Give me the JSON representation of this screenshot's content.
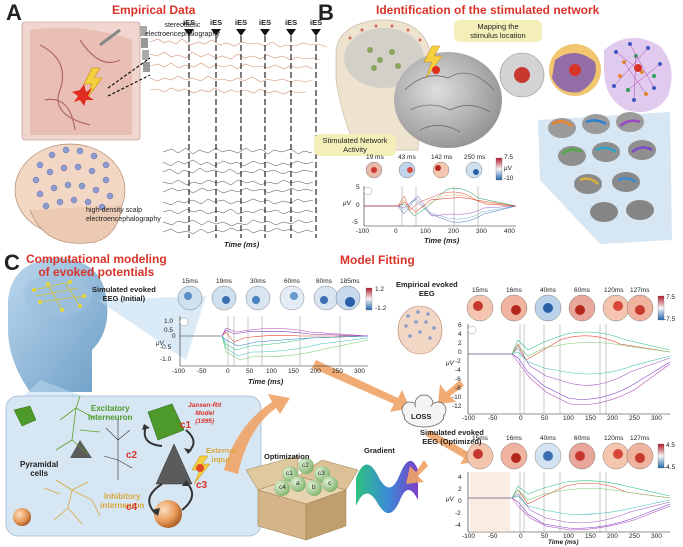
{
  "panels": {
    "a": {
      "letter": "A",
      "title": "Empirical Data",
      "seeg_label": "stereotactic\nelectroencephalography",
      "hdeeg_label": "high-density scalp\nelectroencephalography",
      "ies_label": "iES",
      "time_label": "Time (ms)"
    },
    "b": {
      "letter": "B",
      "title": "Identification of the stimulated network",
      "mapping_callout": "Mapping the\nstimulus location",
      "network_callout": "Stimulated Network\nActivity",
      "topo_times": [
        "19 ms",
        "43 ms",
        "142 ms",
        "250 ms"
      ],
      "colorbar_max": "7.5",
      "colorbar_min": "-10",
      "colorbar_unit": "μV",
      "y_label": "μV",
      "y_ticks": [
        "5",
        "0",
        "-5"
      ],
      "x_ticks": [
        "-100",
        "0",
        "100",
        "200",
        "300",
        "400"
      ],
      "x_label": "Time (ms)"
    },
    "c": {
      "letter": "C",
      "title_left": "Computational modeling\nof evoked potentials",
      "title_right": "Model Fitting",
      "sim_initial_title": "Simulated evoked\nEEG (Initial)",
      "sim_initial_topo_times": [
        "15ms",
        "19ms",
        "30ms",
        "60ms",
        "80ms",
        "185ms"
      ],
      "sim_initial_cbar": [
        "1.2",
        "-1.2"
      ],
      "sim_initial_yticks": [
        "1.0",
        "0.5",
        "0",
        "-0.5",
        "-1.0"
      ],
      "sim_initial_xticks": [
        "-100",
        "-50",
        "0",
        "50",
        "100",
        "150",
        "200",
        "250",
        "300"
      ],
      "empirical_title": "Empirical evoked\nEEG",
      "empirical_topo_times": [
        "15ms",
        "16ms",
        "40ms",
        "60ms",
        "120ms",
        "127ms"
      ],
      "empirical_cbar": [
        "7.5",
        "-7.5"
      ],
      "empirical_yticks": [
        "6",
        "4",
        "2",
        "0",
        "-2",
        "-4",
        "-6",
        "-8",
        "-10",
        "-12"
      ],
      "empirical_xticks": [
        "-100",
        "-50",
        "0",
        "50",
        "100",
        "150",
        "200",
        "250",
        "300"
      ],
      "sim_opt_title": "Simulated evoked\nEEG (Optimized)",
      "sim_opt_topo_times": [
        "15ms",
        "16ms",
        "40ms",
        "60ms",
        "120ms",
        "127ms"
      ],
      "sim_opt_cbar": [
        "4.5",
        "-4.5"
      ],
      "sim_opt_yticks": [
        "4",
        "2",
        "0",
        "-2",
        "-4"
      ],
      "sim_opt_xticks": [
        "-100",
        "-50",
        "0",
        "50",
        "100",
        "150",
        "200",
        "250",
        "300"
      ],
      "y_label": "μV",
      "x_label": "Time (ms)",
      "loss_label": "LOSS",
      "optimization_label": "Optimization",
      "gradient_label": "Gradient",
      "excitatory_label": "Excitatory\ninterneuron",
      "inhibitory_label": "Inhibitory\ninterneuron",
      "pyramidal_label": "Pyramidal\ncells",
      "external_label": "External\ninput",
      "jansen_label": "Jansen-Rit\nModel\n(1995)",
      "c_labels": [
        "c1",
        "c2",
        "c3",
        "c4"
      ],
      "ball_labels": [
        "c1",
        "c2",
        "c3",
        "c4",
        "a",
        "b",
        "c"
      ]
    }
  },
  "colors": {
    "title_red": "#d8342a",
    "callout_bg": "#f4eeb9",
    "model_box": "#d7e6f3",
    "excitatory_green": "#5a9f2a",
    "inhibitory_gold": "#d9a73a",
    "arrow_orange": "#f0a366"
  }
}
